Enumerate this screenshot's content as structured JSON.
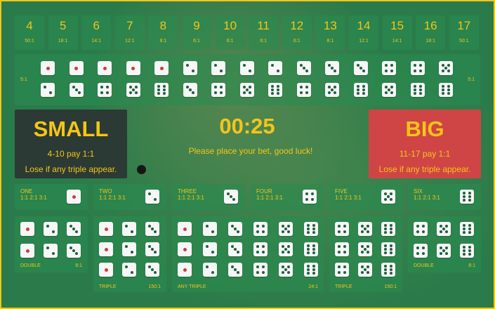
{
  "sums": [
    {
      "value": "4",
      "odds": "50:1"
    },
    {
      "value": "5",
      "odds": "18:1"
    },
    {
      "value": "6",
      "odds": "14:1"
    },
    {
      "value": "7",
      "odds": "12:1"
    },
    {
      "value": "8",
      "odds": "8:1"
    },
    {
      "value": "9",
      "odds": "6:1"
    },
    {
      "value": "10",
      "odds": "6:1"
    },
    {
      "value": "11",
      "odds": "6:1"
    },
    {
      "value": "12",
      "odds": "6:1"
    },
    {
      "value": "13",
      "odds": "8:1"
    },
    {
      "value": "14",
      "odds": "12:1"
    },
    {
      "value": "15",
      "odds": "14:1"
    },
    {
      "value": "16",
      "odds": "18:1"
    },
    {
      "value": "17",
      "odds": "50:1"
    }
  ],
  "combos": {
    "left_odds": "5:1",
    "right_odds": "5:1",
    "pairs": [
      [
        1,
        2
      ],
      [
        1,
        3
      ],
      [
        1,
        4
      ],
      [
        1,
        5
      ],
      [
        1,
        6
      ],
      [
        2,
        3
      ],
      [
        2,
        4
      ],
      [
        2,
        5
      ],
      [
        2,
        6
      ],
      [
        3,
        4
      ],
      [
        3,
        5
      ],
      [
        3,
        6
      ],
      [
        4,
        5
      ],
      [
        4,
        6
      ],
      [
        5,
        6
      ]
    ]
  },
  "small": {
    "title": "SMALL",
    "pay": "4-10 pay 1:1",
    "note": "Lose if any triple appear."
  },
  "big": {
    "title": "BIG",
    "pay": "11-17 pay 1:1",
    "note": "Lose if any triple appear."
  },
  "timer": "00:25",
  "message": "Please place your bet, good luck!",
  "singles": [
    {
      "name": "ONE",
      "odds": "1:1 2:1 3:1",
      "face": 1
    },
    {
      "name": "TWO",
      "odds": "1:1 2:1 3:1",
      "face": 2
    },
    {
      "name": "THREE",
      "odds": "1:1 2:1 3:1",
      "face": 3
    },
    {
      "name": "FOUR",
      "odds": "1:1 2:1 3:1",
      "face": 4
    },
    {
      "name": "FIVE",
      "odds": "1:1 2:1 3:1",
      "face": 5
    },
    {
      "name": "SIX",
      "odds": "1:1 2:1 3:1",
      "face": 6
    }
  ],
  "doubles_left": {
    "label": "DOUBLE",
    "odds": "8:1",
    "faces": [
      1,
      2,
      3
    ]
  },
  "triples_left": {
    "label": "TRIPLE",
    "odds": "150:1",
    "faces": [
      1,
      2,
      3
    ]
  },
  "any_triple": {
    "label": "ANY TRIPLE",
    "odds": "24:1"
  },
  "triples_right": {
    "label": "TRIPLE",
    "odds": "150:1",
    "faces": [
      4,
      5,
      6
    ]
  },
  "doubles_right": {
    "label": "DOUBLE",
    "odds": "8:1",
    "faces": [
      4,
      5,
      6
    ]
  }
}
